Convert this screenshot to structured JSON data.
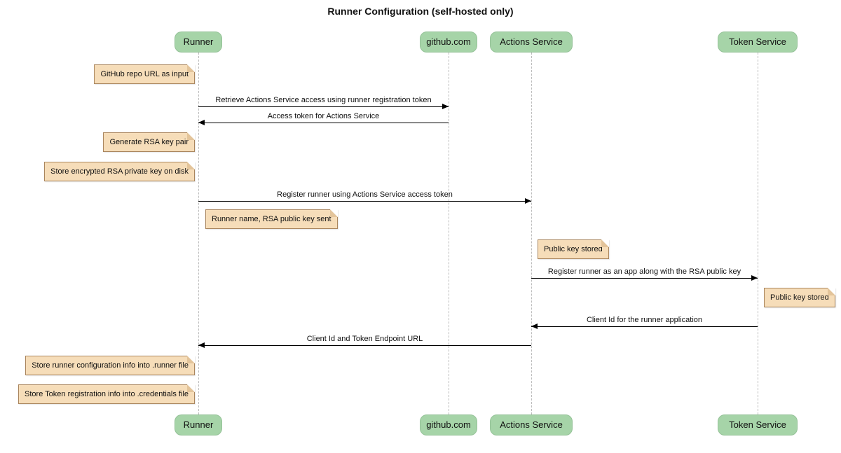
{
  "title": "Runner Configuration (self-hosted only)",
  "participants": [
    {
      "label": "Runner"
    },
    {
      "label": "github.com"
    },
    {
      "label": "Actions Service"
    },
    {
      "label": "Token Service"
    }
  ],
  "messages": [
    {
      "from": "Runner",
      "to": "github.com",
      "direction": "right",
      "text": "Retrieve Actions Service access using runner registration token"
    },
    {
      "from": "github.com",
      "to": "Runner",
      "direction": "left",
      "text": "Access token for Actions Service"
    },
    {
      "from": "Runner",
      "to": "Actions Service",
      "direction": "right",
      "text": "Register runner using Actions Service access token"
    },
    {
      "from": "Actions Service",
      "to": "Token Service",
      "direction": "right",
      "text": "Register runner as an app along with the RSA public key"
    },
    {
      "from": "Token Service",
      "to": "Actions Service",
      "direction": "left",
      "text": "Client Id for the runner application"
    },
    {
      "from": "Actions Service",
      "to": "Runner",
      "direction": "left",
      "text": "Client Id and Token Endpoint URL"
    }
  ],
  "notes": [
    {
      "over": "Runner",
      "side": "left",
      "text": "GitHub repo URL as input"
    },
    {
      "over": "Runner",
      "side": "left",
      "text": "Generate RSA key pair"
    },
    {
      "over": "Runner",
      "side": "left",
      "text": "Store encrypted RSA private key on disk"
    },
    {
      "over": "Runner",
      "side": "right",
      "text": "Runner name, RSA public key sent"
    },
    {
      "over": "Actions Service",
      "side": "right",
      "text": "Public key stored"
    },
    {
      "over": "Token Service",
      "side": "right",
      "text": "Public key stored"
    },
    {
      "over": "Runner",
      "side": "left",
      "text": "Store runner configuration info into .runner file"
    },
    {
      "over": "Runner",
      "side": "left",
      "text": "Store Token registration info into .credentials file"
    }
  ],
  "colors": {
    "participant_fill": "#a6d4a8",
    "participant_border": "#95c298",
    "note_fill": "#f6ddb9",
    "note_border": "#a9855d",
    "note_fold": "#e3c49a",
    "lifeline": "#bdbdbd",
    "arrow": "#000000",
    "background": "#ffffff"
  }
}
